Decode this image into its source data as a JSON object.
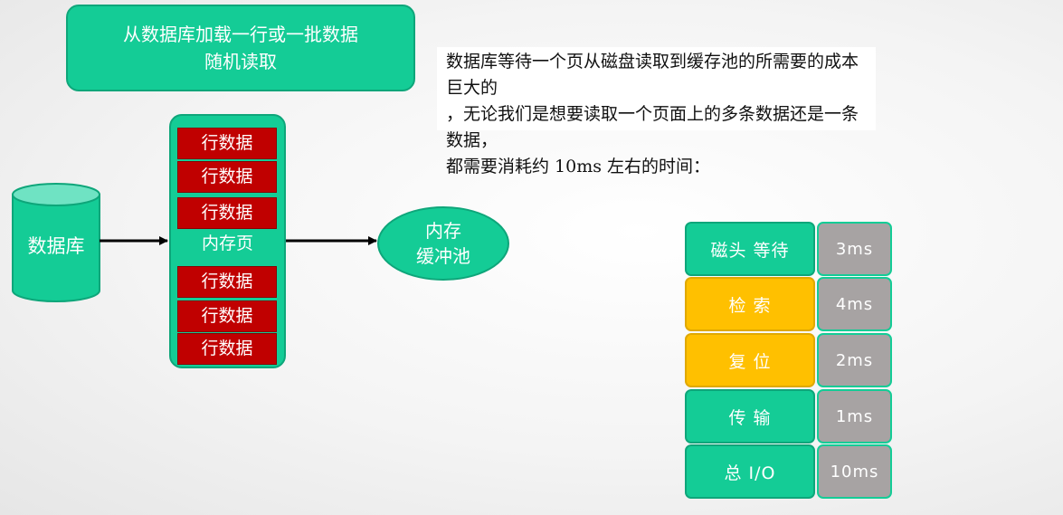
{
  "title": {
    "line1": "从数据库加载一行或一批数据",
    "line2": "随机读取"
  },
  "description": {
    "line1": "数据库等待一个页从磁盘读取到缓存池的所需要的成本巨大的",
    "line2": "，无论我们是想要读取一个页面上的多条数据还是一条数据，",
    "line3": "都需要消耗约 10ms 左右的时间："
  },
  "database": {
    "label": "数据库"
  },
  "memory_page": {
    "label": "内存页",
    "rows_top": [
      "行数据",
      "行数据",
      "行数据"
    ],
    "rows_bottom": [
      "行数据",
      "行数据",
      "行数据"
    ]
  },
  "buffer_pool": {
    "line1": "内存",
    "line2": "缓冲池"
  },
  "timing": [
    {
      "label": "磁头 等待",
      "value": "3ms",
      "color": "#14cc96"
    },
    {
      "label": "检 索",
      "value": "4ms",
      "color": "#ffc000"
    },
    {
      "label": "复 位",
      "value": "2ms",
      "color": "#ffc000"
    },
    {
      "label": "传 输",
      "value": "1ms",
      "color": "#14cc96"
    },
    {
      "label": "总 I/O",
      "value": "10ms",
      "color": "#14cc96"
    }
  ]
}
